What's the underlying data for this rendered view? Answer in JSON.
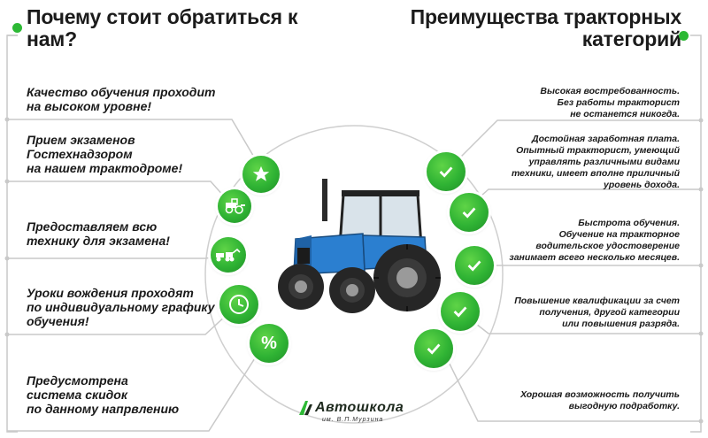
{
  "titles": {
    "left": "Почему стоит обратиться к нам?",
    "right": "Преимущества тракторных категорий"
  },
  "left_items": [
    {
      "line1": "Качество обучения проходит",
      "line2": "на высоком уровне!",
      "line3": ""
    },
    {
      "line1": "Прием экзаменов",
      "line2": "Гостехнадзором",
      "line3": "на нашем трактодроме!"
    },
    {
      "line1": "Предоставляем всю",
      "line2": "технику для экзамена!",
      "line3": ""
    },
    {
      "line1": "Уроки вождения проходят",
      "line2": "по индивидуальному графику",
      "line3": "обучения!"
    },
    {
      "line1": "Предусмотрена",
      "line2": "система скидок",
      "line3": "по данному напрвлению"
    }
  ],
  "right_items": [
    {
      "lines": [
        "Высокая востребованность.",
        "Без работы тракторист",
        "не останется никогда."
      ]
    },
    {
      "lines": [
        "Достойная заработная плата.",
        "Опытный тракторист, умеющий",
        "управлять различными видами",
        "техники, имеет вполне приличный",
        "уровень дохода."
      ]
    },
    {
      "lines": [
        "Быстрота обучения.",
        "Обучение на тракторное",
        "водительское удостоверение",
        "занимает всего несколько месяцев."
      ]
    },
    {
      "lines": [
        "Повышение квалификации за счет",
        "получения,  другой категории",
        "или повышения разряда."
      ]
    },
    {
      "lines": [
        "Хорошая возможность получить",
        "выгодную подработку."
      ]
    }
  ],
  "left_icons": [
    "star-icon",
    "tractor-icon",
    "machinery-icon",
    "clock-icon",
    "percent-icon"
  ],
  "percent_symbol": "%",
  "right_icons": [
    "checkmark-icon",
    "checkmark-icon",
    "checkmark-icon",
    "checkmark-icon",
    "checkmark-icon"
  ],
  "logo": {
    "name": "Автошкола",
    "subtitle": "им. В.П.Мурзина"
  },
  "colors": {
    "accent_green": "#2db935",
    "line_gray": "#c8c8c8",
    "tractor_blue": "#2b7fd0"
  }
}
